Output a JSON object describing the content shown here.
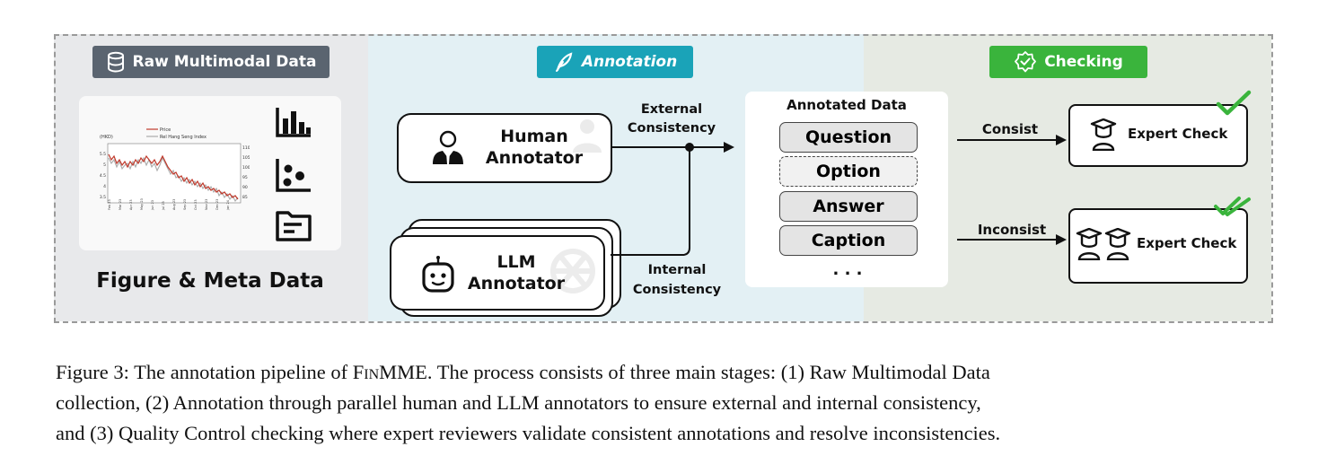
{
  "stages": {
    "raw": {
      "label": "Raw Multimodal Data",
      "caption": "Figure & Meta Data",
      "icon": "database-icon"
    },
    "annotation": {
      "label": "Annotation",
      "icon": "feather-icon"
    },
    "checking": {
      "label": "Checking",
      "icon": "badge-check-icon"
    }
  },
  "thumbnail": {
    "unit": "(HKD)",
    "legend": [
      "Price",
      "Rel Hang Seng Index"
    ],
    "left_ticks": [
      "5.5",
      "5",
      "4.5",
      "4",
      "3.5"
    ],
    "right_ticks": [
      "110",
      "105",
      "100",
      "95",
      "90",
      "85"
    ],
    "x_ticks": [
      "Feb 23",
      "Mar 23",
      "Apr 23",
      "May 23",
      "Jun 23",
      "Jul 23",
      "Aug 23",
      "Sep 23",
      "Oct 23",
      "Nov 23",
      "Dec 23",
      "Jan 24"
    ]
  },
  "annotators": {
    "human": {
      "line1": "Human",
      "line2": "Annotator"
    },
    "llm": {
      "line1": "LLM",
      "line2": "Annotator"
    }
  },
  "consistency": {
    "external_line1": "External",
    "external_line2": "Consistency",
    "internal_line1": "Internal",
    "internal_line2": "Consistency"
  },
  "annotated": {
    "title": "Annotated Data",
    "items": [
      "Question",
      "Option",
      "Answer",
      "Caption"
    ],
    "ellipsis": ". . ."
  },
  "checking": {
    "consist_label": "Consist",
    "inconsist_label": "Inconsist",
    "expert_single": "Expert Check",
    "expert_double": "Expert Check"
  },
  "colors": {
    "raw": "#5a6470",
    "annotation": "#1aa3b8",
    "checking": "#3ab43c",
    "price_line": "#c0392b",
    "index_line": "#aaaaaa"
  },
  "caption": {
    "prefix": "Figure 3: The annotation pipeline of ",
    "name": "FinMME",
    "line1_rest": ". The process consists of three main stages: (1) Raw Multimodal Data",
    "line2": "collection, (2) Annotation through parallel human and LLM annotators to ensure external and internal consistency,",
    "line3": "and (3) Quality Control checking where expert reviewers validate consistent annotations and resolve inconsistencies."
  }
}
